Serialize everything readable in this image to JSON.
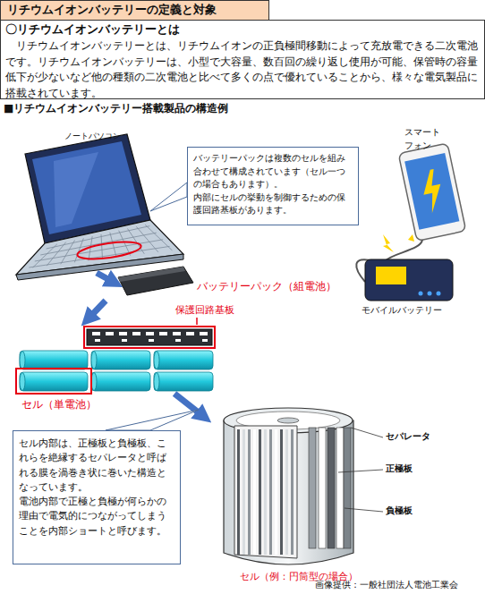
{
  "diagram": {
    "title": "リチウムイオンバッテリーの定義と対象",
    "nodes": [
      {
        "text": [
          "バッテリーパックは複数のセルを組み合わせて構成されています（セル一つの場合もあります）。",
          "内部にセルの挙動を制御するための保護回路基板があります。"
        ]
      },
      {
        "text": [
          "セル内部は、正極板と負極板、これらを絶縁するセパレータと呼ばれる膜を渦巻き状に巻いた構造となっています。",
          "電池内部で正極と負極が何らかの理由で電気的につながってしまうことを内部ショートと呼びます。"
        ]
      }
    ],
    "labels": [
      "〇リチウムイオンバッテリーとは",
      "リチウムイオンバッテリーとは、リチウムイオンの正負極間移動によって充放電できる二次電池です。リチウムイオンバッテリーは、小型で大容量、数百回の繰り返し使用が可能、保管時の容量低下が少ないなど他の種類の二次電池と比べて多くの点で優れていることから、様々な電気製品に搭載されています。",
      "■リチウムイオンバッテリー搭載製品の構造例",
      "ノートパソコン",
      "スマート フォン",
      "モバイルバッテリー",
      "バッテリーパック（組電池）",
      "保護回路基板",
      "セル（単電池）",
      "セパレータ",
      "正極板",
      "負極板",
      "セル（例：円筒型の場合）",
      "画像提供：一般社団法人電池工業会"
    ]
  }
}
